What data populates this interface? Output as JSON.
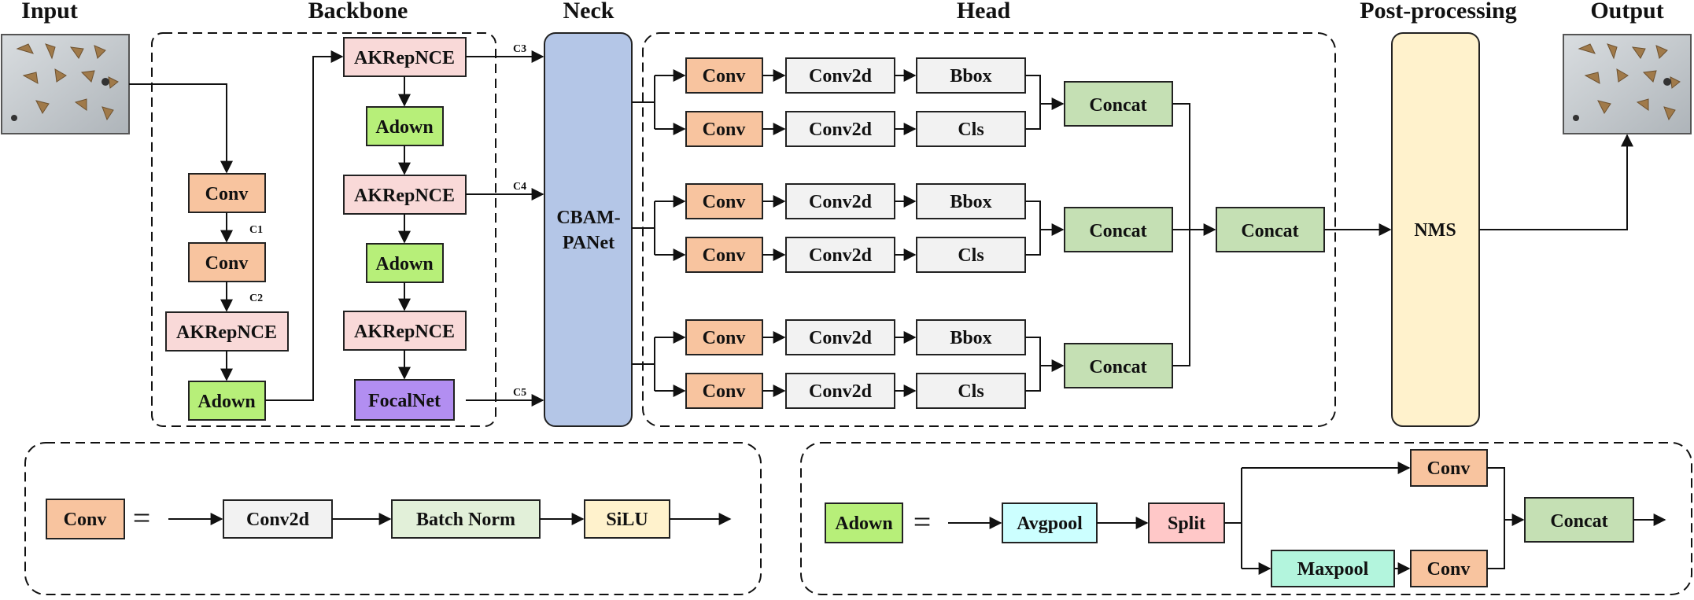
{
  "sections": {
    "input": "Input",
    "backbone": "Backbone",
    "neck": "Neck",
    "head": "Head",
    "post": "Post-processing",
    "output": "Output"
  },
  "colors": {
    "conv": "#f8c49f",
    "akrep": "#f9d9d8",
    "adown": "#b7ef79",
    "focal": "#b28ef1",
    "neck": "#b4c6e7",
    "plain": "#f2f2f2",
    "concat": "#c5e0b4",
    "nms": "#fff2cc",
    "batchnorm": "#e2f0d9",
    "silu": "#fff2cc",
    "avgpool": "#ccffff",
    "split": "#ffc8c8",
    "maxpool": "#b3f5dd"
  },
  "images": {
    "input": "input-image",
    "output": "output-image"
  },
  "backbone": {
    "left": [
      "Conv",
      "Conv",
      "AKRepNCE",
      "Adown"
    ],
    "right": [
      "AKRepNCE",
      "Adown",
      "AKRepNCE",
      "Adown",
      "AKRepNCE",
      "FocalNet"
    ],
    "stage_labels": [
      "C1",
      "C2"
    ],
    "outputs": [
      "C3",
      "C4",
      "C5"
    ]
  },
  "neck": {
    "line1": "CBAM-",
    "line2": "PANet"
  },
  "head": {
    "groups": [
      {
        "rows": [
          [
            "Conv",
            "Conv2d",
            "Bbox"
          ],
          [
            "Conv",
            "Conv2d",
            "Cls"
          ]
        ],
        "concat": "Concat"
      },
      {
        "rows": [
          [
            "Conv",
            "Conv2d",
            "Bbox"
          ],
          [
            "Conv",
            "Conv2d",
            "Cls"
          ]
        ],
        "concat": "Concat"
      },
      {
        "rows": [
          [
            "Conv",
            "Conv2d",
            "Bbox"
          ],
          [
            "Conv",
            "Conv2d",
            "Cls"
          ]
        ],
        "concat": "Concat"
      }
    ],
    "final_concat": "Concat"
  },
  "post": {
    "nms": "NMS"
  },
  "legend_conv": {
    "name": "Conv",
    "eq": "=",
    "steps": [
      "Conv2d",
      "Batch Norm",
      "SiLU"
    ]
  },
  "legend_adown": {
    "name": "Adown",
    "eq": "=",
    "steps": [
      "Avgpool",
      "Split"
    ],
    "top": "Conv",
    "bottom": [
      "Maxpool",
      "Conv"
    ],
    "concat": "Concat"
  }
}
